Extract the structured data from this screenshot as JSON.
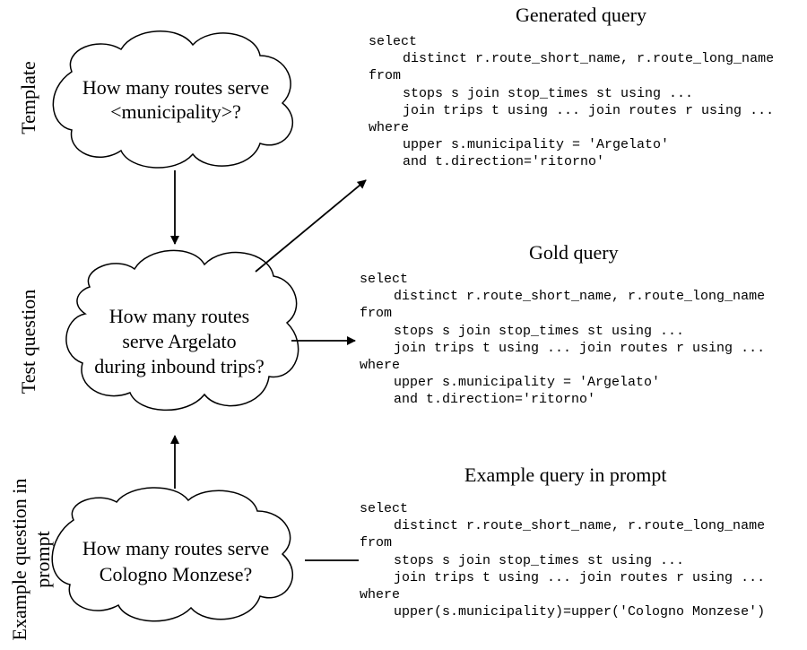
{
  "side_labels": {
    "template": "Template",
    "test_question": "Test question",
    "example_line1": "Example question in",
    "example_line2": "prompt"
  },
  "clouds": {
    "template": {
      "line1": "How many routes serve",
      "line2": "<municipality>?"
    },
    "test": {
      "line1": "How many routes",
      "line2": "serve Argelato",
      "line3": "during inbound trips?"
    },
    "example": {
      "line1": "How many routes serve",
      "line2": "Cologno Monzese?"
    }
  },
  "queries": {
    "generated": {
      "title": "Generated query",
      "lines": [
        {
          "text": "select",
          "indent": false
        },
        {
          "text": "distinct r.route_short_name, r.route_long_name",
          "indent": true
        },
        {
          "text": "from",
          "indent": false
        },
        {
          "text": "stops s join stop_times st using ...",
          "indent": true
        },
        {
          "text": "join trips t using ... join routes r using ...",
          "indent": true
        },
        {
          "text": "where",
          "indent": false
        },
        {
          "text": "upper s.municipality = 'Argelato'",
          "indent": true
        },
        {
          "text": "and t.direction='ritorno'",
          "indent": true
        }
      ]
    },
    "gold": {
      "title": "Gold query",
      "lines": [
        {
          "text": "select",
          "indent": false
        },
        {
          "text": "distinct r.route_short_name, r.route_long_name",
          "indent": true
        },
        {
          "text": "from",
          "indent": false
        },
        {
          "text": "stops s join stop_times st using ...",
          "indent": true
        },
        {
          "text": "join trips t using ... join routes r using ...",
          "indent": true
        },
        {
          "text": "where",
          "indent": false
        },
        {
          "text": "upper s.municipality = 'Argelato'",
          "indent": true
        },
        {
          "text": "and t.direction='ritorno'",
          "indent": true
        }
      ]
    },
    "example": {
      "title": "Example query in prompt",
      "lines": [
        {
          "text": "select",
          "indent": false
        },
        {
          "text": "distinct r.route_short_name, r.route_long_name",
          "indent": true
        },
        {
          "text": "from",
          "indent": false
        },
        {
          "text": "stops s join stop_times st using ...",
          "indent": true
        },
        {
          "text": "join trips t using ... join routes r using ...",
          "indent": true
        },
        {
          "text": "where",
          "indent": false
        },
        {
          "text": "upper(s.municipality)=upper('Cologno Monzese')",
          "indent": true
        }
      ]
    }
  }
}
